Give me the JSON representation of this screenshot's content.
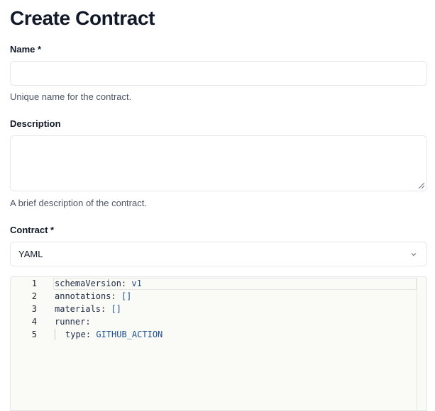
{
  "page": {
    "title": "Create Contract"
  },
  "form": {
    "name": {
      "label": "Name *",
      "value": "",
      "hint": "Unique name for the contract."
    },
    "description": {
      "label": "Description",
      "value": "",
      "hint": "A brief description of the contract."
    },
    "contract": {
      "label": "Contract *",
      "format": "YAML"
    }
  },
  "editor": {
    "lines": [
      {
        "number": "1",
        "key": "schemaVersion",
        "sep": ": ",
        "value": "v1"
      },
      {
        "number": "2",
        "key": "annotations",
        "sep": ": ",
        "value": "[]"
      },
      {
        "number": "3",
        "key": "materials",
        "sep": ": ",
        "value": "[]"
      },
      {
        "number": "4",
        "key": "runner",
        "sep": ":",
        "value": ""
      },
      {
        "number": "5",
        "key": "type",
        "sep": ": ",
        "value": "GITHUB_ACTION"
      }
    ]
  }
}
